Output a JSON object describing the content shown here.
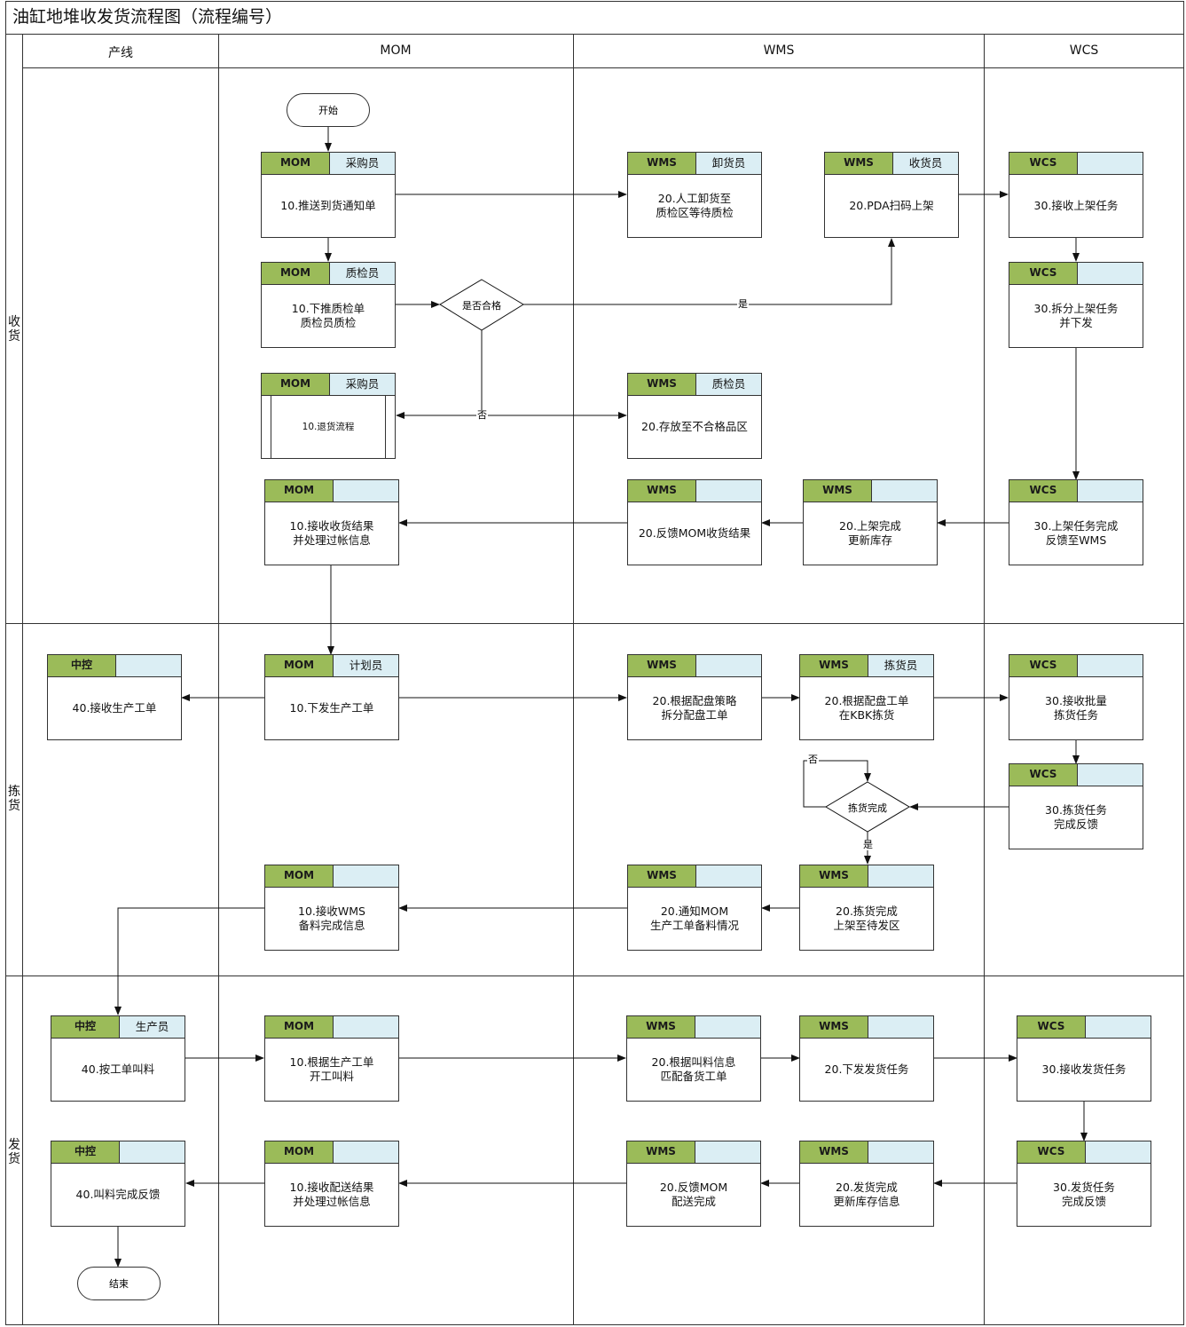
{
  "title": "油缸地堆收发货流程图（流程编号）",
  "lanes": [
    "产线",
    "MOM",
    "WMS",
    "WCS"
  ],
  "phases": [
    "收货",
    "拣货",
    "发货"
  ],
  "terminals": {
    "start": "开始",
    "end": "结束"
  },
  "decisions": {
    "qc": "是否合格",
    "pick_done": "拣货完成"
  },
  "edge_labels": {
    "qc_yes": "是",
    "qc_no": "否",
    "pick_no": "否",
    "pick_yes": "是"
  },
  "steps": {
    "r1": {
      "tag": "MOM",
      "role": "采购员",
      "text": "10.推送到货通知单"
    },
    "r2": {
      "tag": "WMS",
      "role": "卸货员",
      "text": "20.人工卸货至\n质检区等待质检"
    },
    "r3": {
      "tag": "WMS",
      "role": "收货员",
      "text": "20.PDA扫码上架"
    },
    "r4": {
      "tag": "WCS",
      "role": "",
      "text": "30.接收上架任务"
    },
    "r5": {
      "tag": "MOM",
      "role": "质检员",
      "text": "10.下推质检单\n质检员质检"
    },
    "r6": {
      "tag": "WCS",
      "role": "",
      "text": "30.拆分上架任务\n并下发"
    },
    "r7": {
      "tag": "MOM",
      "role": "采购员",
      "text": "10.退货流程"
    },
    "r8": {
      "tag": "WMS",
      "role": "质检员",
      "text": "20.存放至不合格品区"
    },
    "r9": {
      "tag": "MOM",
      "role": "",
      "text": "10.接收收货结果\n并处理过帐信息"
    },
    "r10": {
      "tag": "WMS",
      "role": "",
      "text": "20.反馈MOM收货结果"
    },
    "r11": {
      "tag": "WMS",
      "role": "",
      "text": "20.上架完成\n更新库存"
    },
    "r12": {
      "tag": "WCS",
      "role": "",
      "text": "30.上架任务完成\n反馈至WMS"
    },
    "p1": {
      "tag": "中控",
      "role": "",
      "text": "40.接收生产工单"
    },
    "p2": {
      "tag": "MOM",
      "role": "计划员",
      "text": "10.下发生产工单"
    },
    "p3": {
      "tag": "WMS",
      "role": "",
      "text": "20.根据配盘策略\n拆分配盘工单"
    },
    "p4": {
      "tag": "WMS",
      "role": "拣货员",
      "text": "20.根据配盘工单\n在KBK拣货"
    },
    "p5": {
      "tag": "WCS",
      "role": "",
      "text": "30.接收批量\n拣货任务"
    },
    "p6": {
      "tag": "WCS",
      "role": "",
      "text": "30.拣货任务\n完成反馈"
    },
    "p7": {
      "tag": "MOM",
      "role": "",
      "text": "10.接收WMS\n备料完成信息"
    },
    "p8": {
      "tag": "WMS",
      "role": "",
      "text": "20.通知MOM\n生产工单备料情况"
    },
    "p9": {
      "tag": "WMS",
      "role": "",
      "text": "20.拣货完成\n上架至待发区"
    },
    "s1": {
      "tag": "中控",
      "role": "生产员",
      "text": "40.按工单叫料"
    },
    "s2": {
      "tag": "MOM",
      "role": "",
      "text": "10.根据生产工单\n开工叫料"
    },
    "s3": {
      "tag": "WMS",
      "role": "",
      "text": "20.根据叫料信息\n匹配备货工单"
    },
    "s4": {
      "tag": "WMS",
      "role": "",
      "text": "20.下发发货任务"
    },
    "s5": {
      "tag": "WCS",
      "role": "",
      "text": "30.接收发货任务"
    },
    "s6": {
      "tag": "中控",
      "role": "",
      "text": "40.叫料完成反馈"
    },
    "s7": {
      "tag": "MOM",
      "role": "",
      "text": "10.接收配送结果\n并处理过帐信息"
    },
    "s8": {
      "tag": "WMS",
      "role": "",
      "text": "20.反馈MOM\n配送完成"
    },
    "s9": {
      "tag": "WMS",
      "role": "",
      "text": "20.发货完成\n更新库存信息"
    },
    "s10": {
      "tag": "WCS",
      "role": "",
      "text": "30.发货任务\n完成反馈"
    }
  }
}
